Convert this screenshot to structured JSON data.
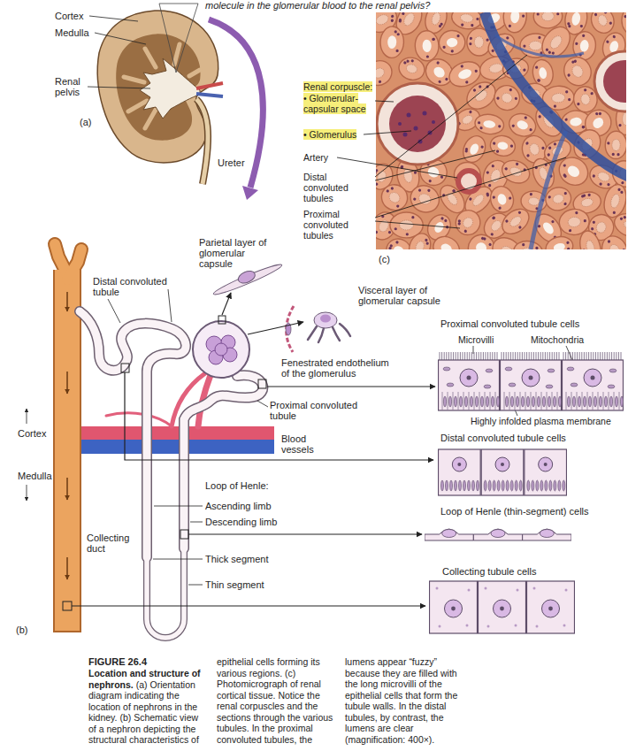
{
  "diagram": {
    "title": "FIGURE 26.4",
    "caption": "(a) Orientation diagram indicating the location of nephrons in the kidney. (b) Schematic view of a nephron depicting the structural characteristics of epithelial cells forming its various regions. (c) Photomicrograph of renal cortical tissue. Notice the renal corpuscles and the sections through the various tubules. In the proximal convoluted tubules, the lumens appear “fuzzy” because they are filled with the long microvilli of the epithelial cells that form the tubule walls. In the distal tubules, by contrast, the lumens are clear (magnification: 400×).",
    "nodes": [
      {
        "text": [
          "Proximal convoluted tubule cells"
        ]
      },
      {
        "text": [
          "Distal convoluted tubule cells"
        ]
      },
      {
        "text": [
          "Loop of Henle (thin-segment) cells"
        ]
      },
      {
        "text": [
          "Collecting tubule cells"
        ]
      }
    ],
    "labels": [
      "molecule in the glomerular blood to the renal pelvis?",
      "Cortex",
      "Medulla",
      "Renal pelvis",
      "(a)",
      "Ureter",
      "Renal corpuscle:",
      "• Glomerular-capsular space",
      "• Glomerulus",
      "Artery",
      "Distal convoluted tubules",
      "Proximal convoluted tubules",
      "(c)",
      "Parietal layer of glomerular capsule",
      "Distal convoluted tubule",
      "Visceral layer of glomerular capsule",
      "Fenestrated endothelium of the glomerulus",
      "Proximal convoluted tubule",
      "Blood vessels",
      "Cortex",
      "Medulla",
      "Loop of Henle:",
      "Ascending limb",
      "Descending limb",
      "Collecting duct",
      "Thick segment",
      "Thin segment",
      "(b)",
      "Microvilli",
      "Mitochondria",
      "Highly infolded plasma membrane",
      "Location and structure of nephrons."
    ]
  }
}
